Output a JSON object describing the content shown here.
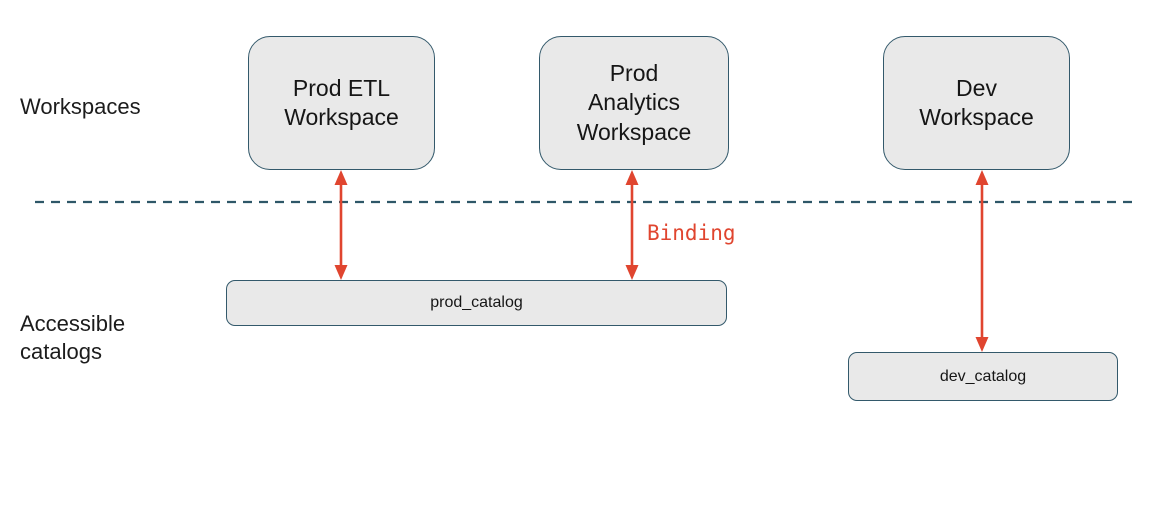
{
  "colors": {
    "box_fill": "#E9E9E9",
    "box_border": "#33596B",
    "arrow_red": "#E0452F",
    "boundary_line": "#2E5768",
    "text": "#1F1F1F"
  },
  "labels": {
    "workspaces_section": "Workspaces",
    "accessible_catalogs_section": "Accessible\ncatalogs",
    "binding": "Binding"
  },
  "workspaces": [
    {
      "label": "Prod ETL\nWorkspace"
    },
    {
      "label": "Prod\nAnalytics\nWorkspace"
    },
    {
      "label": "Dev\nWorkspace"
    }
  ],
  "catalogs": [
    {
      "label": "prod_catalog"
    },
    {
      "label": "dev_catalog"
    }
  ]
}
